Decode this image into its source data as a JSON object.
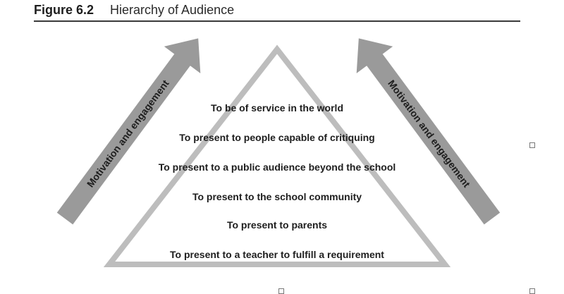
{
  "figure": {
    "number": "Figure 6.2",
    "title": "Hierarchy of Audience"
  },
  "arrows": {
    "left_label": "Motivation and engagement",
    "right_label": "Motivation and engagement",
    "color": "#9a9a9a"
  },
  "pyramid": {
    "outline_color": "#bdbdbd",
    "levels": [
      "To be of service in the world",
      "To present to people capable of critiquing",
      "To present to a public audience beyond the school",
      "To present to the school community",
      "To present to parents",
      "To present to a teacher to fulfill a requirement"
    ]
  }
}
